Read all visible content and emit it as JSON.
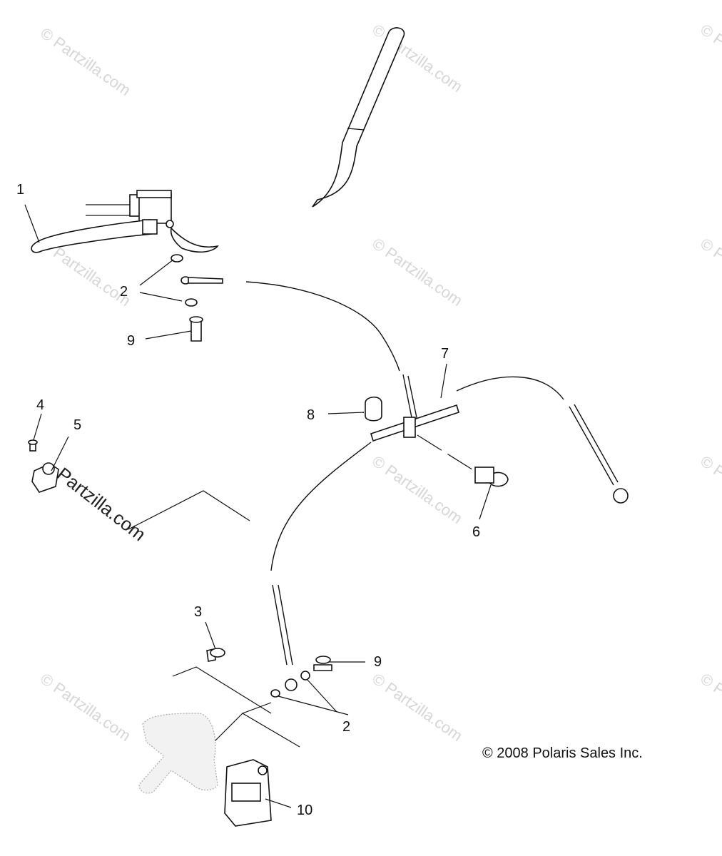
{
  "watermark": "© Partzilla.com",
  "watermark_main": "Partzilla.com",
  "copyright": "© 2008 Polaris Sales Inc.",
  "callouts": {
    "c1": "1",
    "c2a": "2",
    "c2b": "2",
    "c3": "3",
    "c4": "4",
    "c5": "5",
    "c6": "6",
    "c7": "7",
    "c8": "8",
    "c9a": "9",
    "c9b": "9",
    "c10": "10"
  },
  "icons": {
    "brake_lever": "brake-lever-assembly-icon",
    "handlebar": "handlebar-icon",
    "caliper": "brake-caliper-icon"
  }
}
